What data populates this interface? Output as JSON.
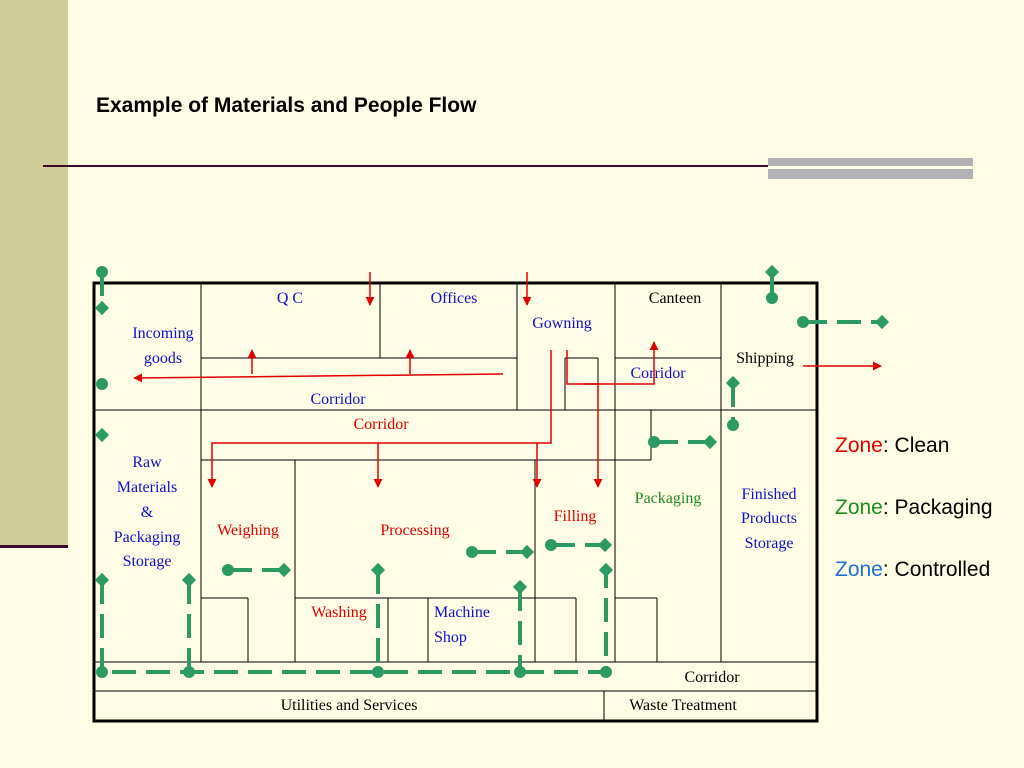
{
  "title": "Example of Materials and People Flow",
  "rooms": {
    "qc": "Q C",
    "offices": "Offices",
    "canteen": "Canteen",
    "incoming_1": "Incoming",
    "incoming_2": "goods",
    "gowning": "Gowning",
    "shipping": "Shipping",
    "corridor_right": "Corridor",
    "corridor_top": "Corridor",
    "corridor_red": "Corridor",
    "raw_1": "Raw",
    "raw_2": "Materials",
    "raw_3": "&",
    "raw_4": "Packaging",
    "raw_5": "Storage",
    "weighing": "Weighing",
    "processing": "Processing",
    "filling": "Filling",
    "packaging": "Packaging",
    "finished_1": "Finished",
    "finished_2": "Products",
    "finished_3": "Storage",
    "washing": "Washing",
    "machine_1": "Machine",
    "machine_2": "Shop",
    "corridor_bottom": "Corridor",
    "utilities": "Utilities and Services",
    "waste": "Waste Treatment"
  },
  "legend": [
    {
      "zone": "Zone",
      "sep": ": ",
      "name": "Clean",
      "color": "#e00000"
    },
    {
      "zone": "Zone",
      "sep": ": ",
      "name": "Packaging",
      "color": "#1e8c1e"
    },
    {
      "zone": "Zone",
      "sep": ": ",
      "name": "Controlled",
      "color": "#1f6fd6"
    }
  ],
  "colors": {
    "blue": "#1010c8",
    "red": "#e00000",
    "green": "#1e8c1e",
    "black": "#000000",
    "flow_red": "#e00000",
    "flow_green": "#2e9a63"
  }
}
